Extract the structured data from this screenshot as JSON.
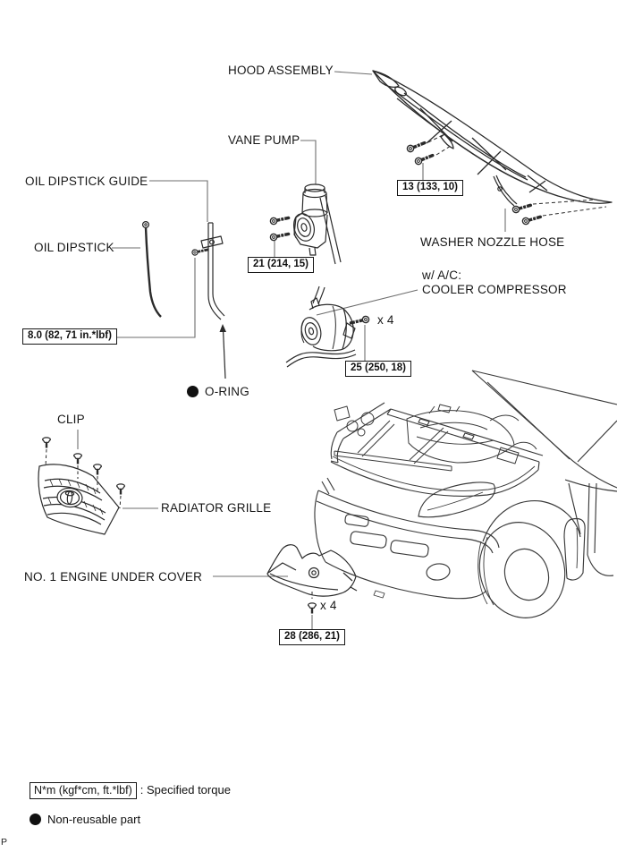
{
  "labels": {
    "hood_assembly": "HOOD ASSEMBLY",
    "vane_pump": "VANE PUMP",
    "oil_dipstick_guide": "OIL DIPSTICK GUIDE",
    "oil_dipstick": "OIL DIPSTICK",
    "washer_nozzle_hose": "WASHER NOZZLE HOSE",
    "ac_prefix": "w/ A/C:",
    "cooler_compressor": "COOLER COMPRESSOR",
    "o_ring": "O-RING",
    "clip": "CLIP",
    "radiator_grille": "RADIATOR GRILLE",
    "no1_engine_under_cover": "NO. 1 ENGINE UNDER COVER"
  },
  "torque_specs": {
    "hood_bolts": "13 (133, 10)",
    "vane_pump_bolts": "21 (214, 15)",
    "compressor_bolts": "25 (250, 18)",
    "dipstick_guide_bolt": "8.0 (82, 71 in.*lbf)",
    "under_cover_bolts": "28 (286, 21)"
  },
  "quantities": {
    "compressor_bolts": "x 4",
    "under_cover_bolts": "x 4"
  },
  "legend": {
    "torque_unit": "N*m (kgf*cm, ft.*lbf)",
    "torque_meaning": ": Specified torque",
    "non_reusable": "Non-reusable part"
  },
  "page_marker": "P",
  "colors": {
    "background": "#ffffff",
    "line": "#2a2a2a",
    "leader": "#6e6e6e"
  }
}
